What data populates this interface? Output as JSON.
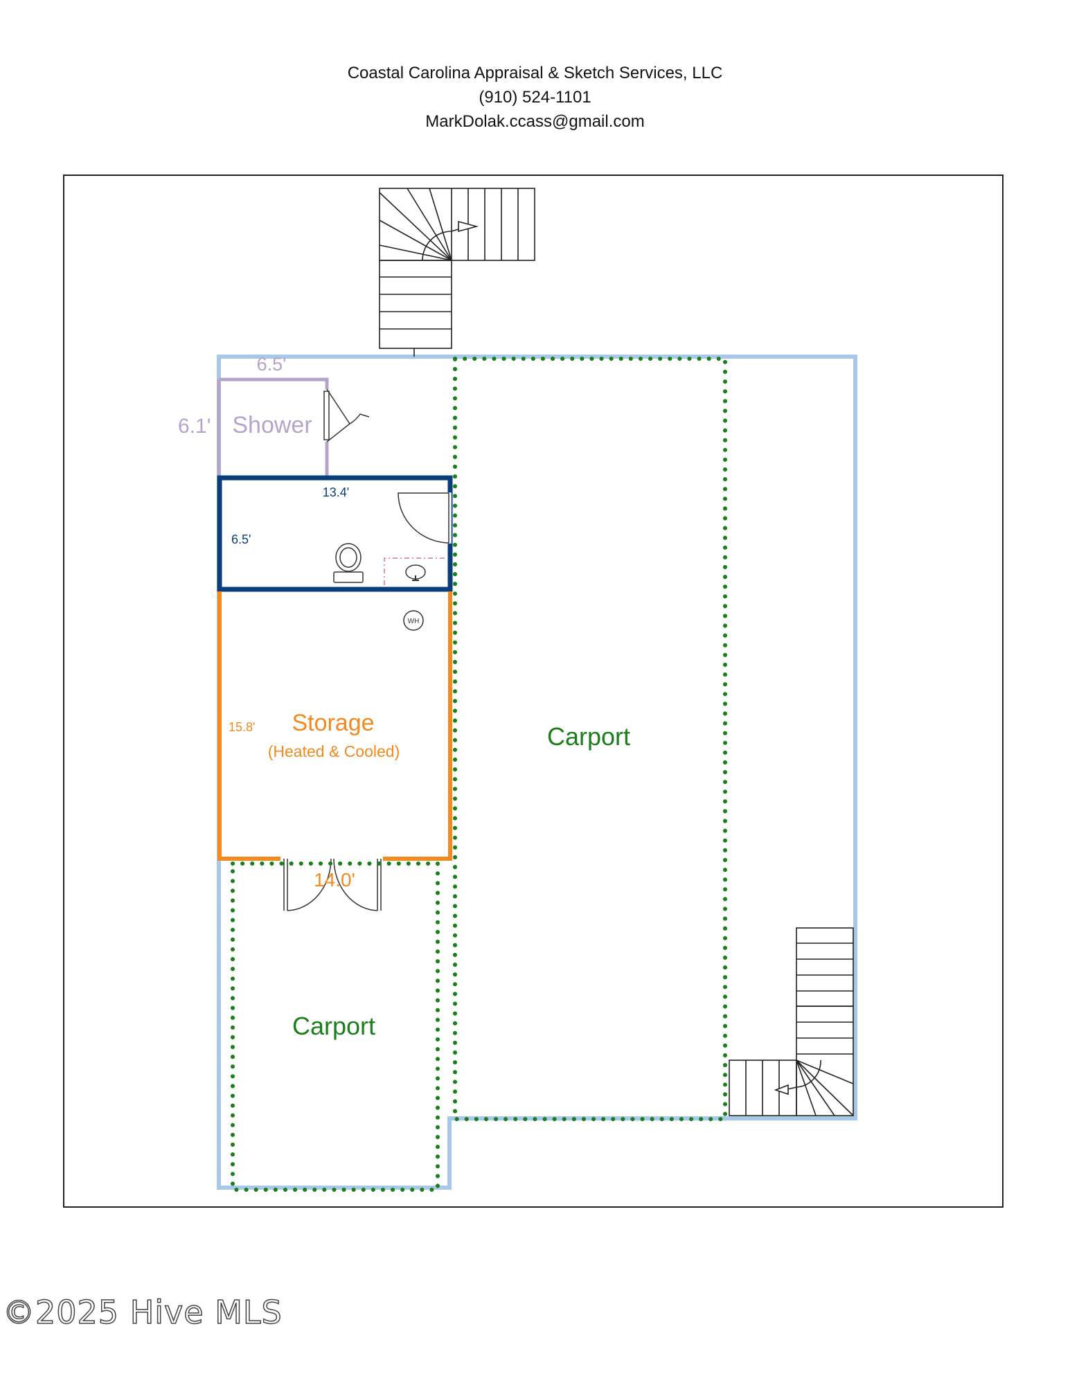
{
  "header": {
    "company": "Coastal Carolina Appraisal & Sketch Services, LLC",
    "phone": "(910) 524-1101",
    "email": "MarkDolak.ccass@gmail.com"
  },
  "rooms": {
    "shower": {
      "name": "Shower",
      "width_label": "6.5'",
      "depth_label": "6.1'",
      "color": "#b4a4cc"
    },
    "bath": {
      "width_label": "13.4'",
      "depth_label": "6.5'",
      "color": "#0a3d7c"
    },
    "storage": {
      "name": "Storage",
      "note": "(Heated & Cooled)",
      "depth_label": "15.8'",
      "width_label": "14.0'",
      "color": "#f28a1e"
    },
    "carport_main": {
      "name": "Carport",
      "color": "#1a7f1a"
    },
    "carport_small": {
      "name": "Carport",
      "color": "#1a7f1a"
    },
    "fixtures": {
      "water_heater": "WH"
    },
    "outline_color": "#a8c8ea"
  },
  "watermark": "©2025 Hive MLS"
}
